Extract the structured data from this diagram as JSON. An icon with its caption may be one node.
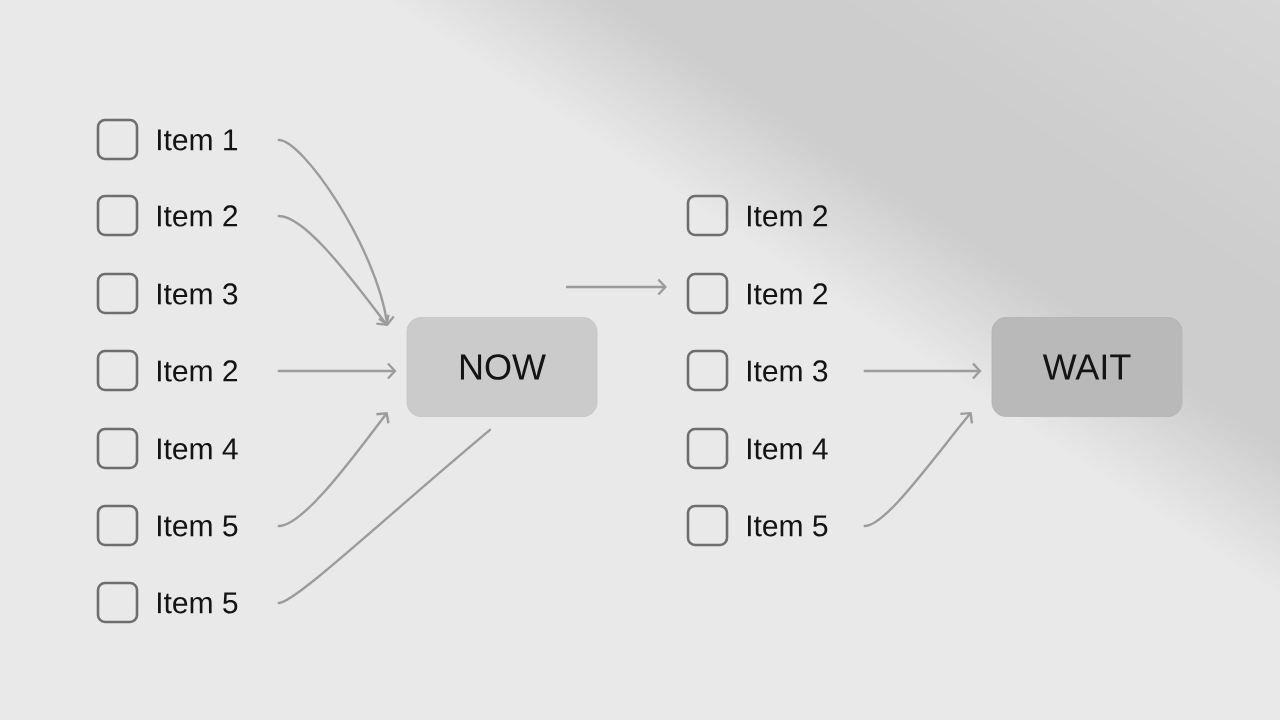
{
  "diagram": {
    "nodes": [
      {
        "text": [
          "Item 1"
        ]
      },
      {
        "text": [
          "Item 2"
        ]
      },
      {
        "text": [
          "Item 3"
        ]
      },
      {
        "text": [
          "Item 2"
        ]
      },
      {
        "text": [
          "Item 4"
        ]
      },
      {
        "text": [
          "Item 5"
        ]
      },
      {
        "text": [
          "Item 5"
        ]
      },
      {
        "text": [
          "NOW"
        ]
      },
      {
        "text": [
          "Item 2"
        ]
      },
      {
        "text": [
          "Item 2"
        ]
      },
      {
        "text": [
          "Item 3"
        ]
      },
      {
        "text": [
          "Item 4"
        ]
      },
      {
        "text": [
          "Item 5"
        ]
      },
      {
        "text": [
          "WAIT"
        ]
      }
    ],
    "edges": [
      {
        "from": 0,
        "to": 7,
        "arrow": "to"
      },
      {
        "from": 1,
        "to": 7,
        "arrow": "to"
      },
      {
        "from": 3,
        "to": 7,
        "arrow": "to"
      },
      {
        "from": 5,
        "to": 7,
        "arrow": "to"
      },
      {
        "from": 6,
        "to": 7,
        "arrow": "none"
      },
      {
        "from": null,
        "to": 9,
        "arrow": "to"
      },
      {
        "from": 10,
        "to": 13,
        "arrow": "to"
      },
      {
        "from": 12,
        "to": 13,
        "arrow": "to"
      }
    ]
  }
}
